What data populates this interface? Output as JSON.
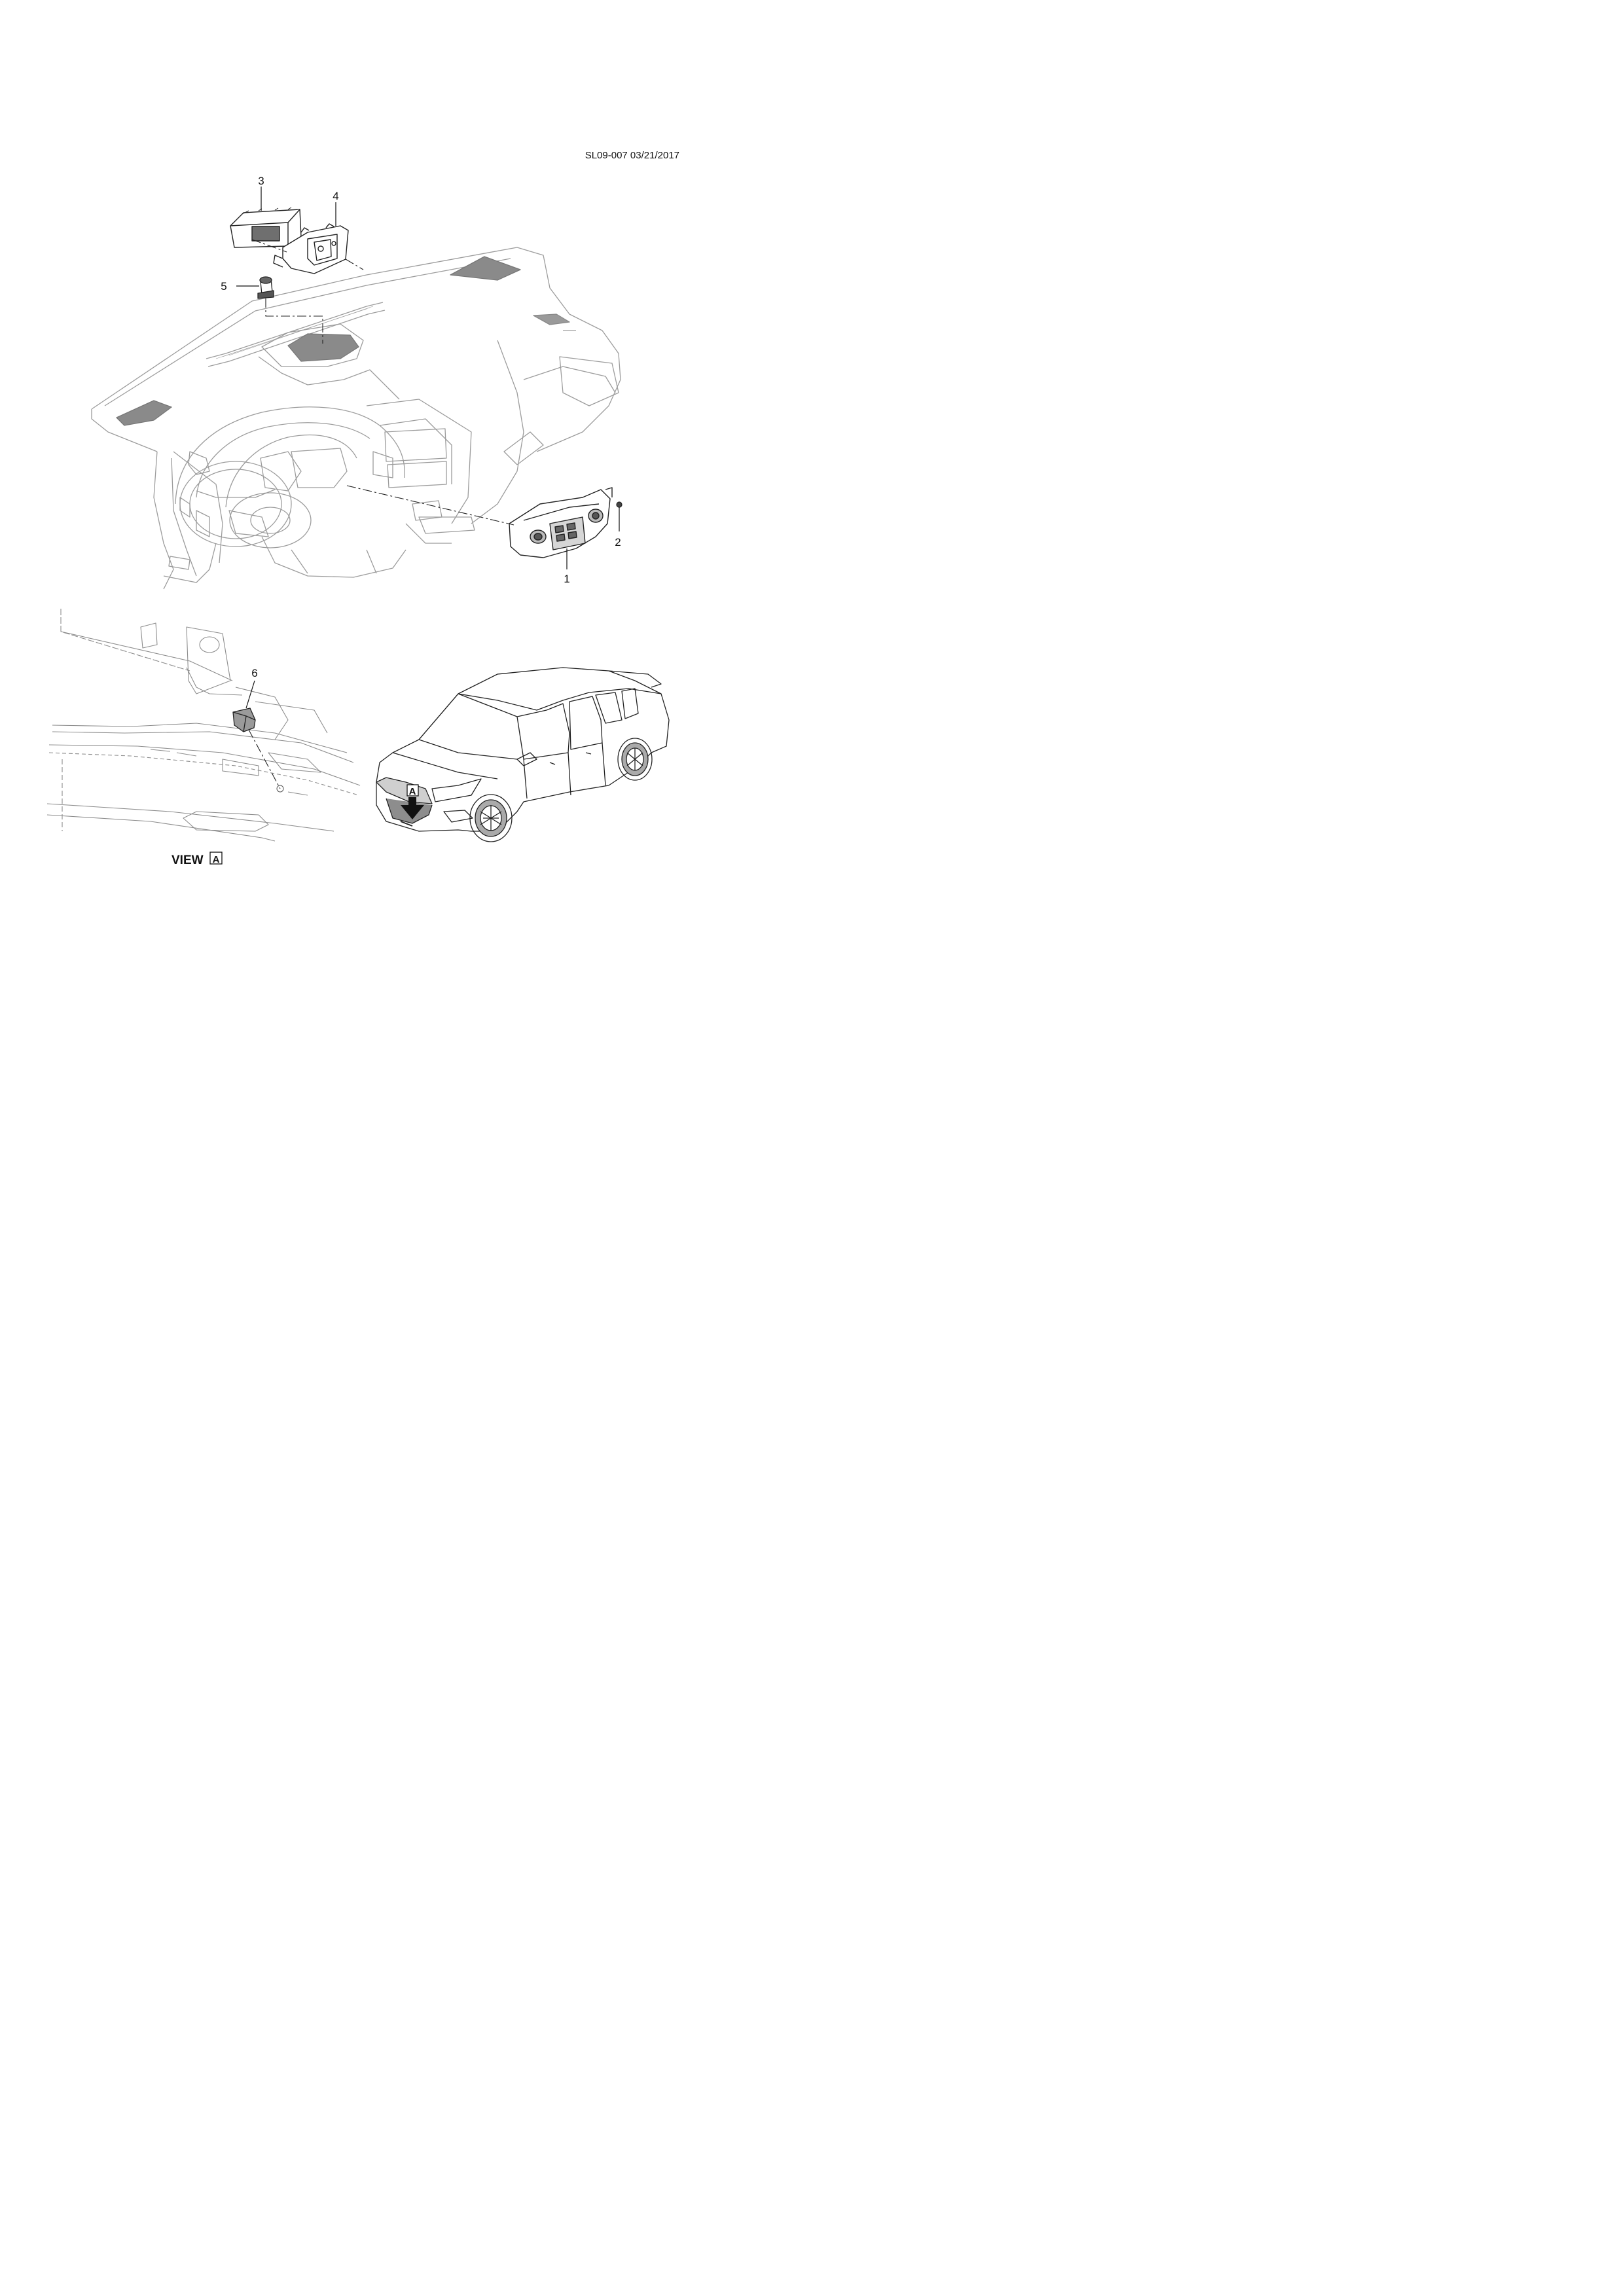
{
  "drawing": {
    "code": "SL09-007 03/21/2017",
    "callouts": {
      "c1": "1",
      "c2": "2",
      "c3": "3",
      "c4": "4",
      "c5": "5",
      "c6": "6"
    },
    "view_word": "VIEW",
    "view_letter": "A",
    "car_arrow_letter": "A"
  }
}
